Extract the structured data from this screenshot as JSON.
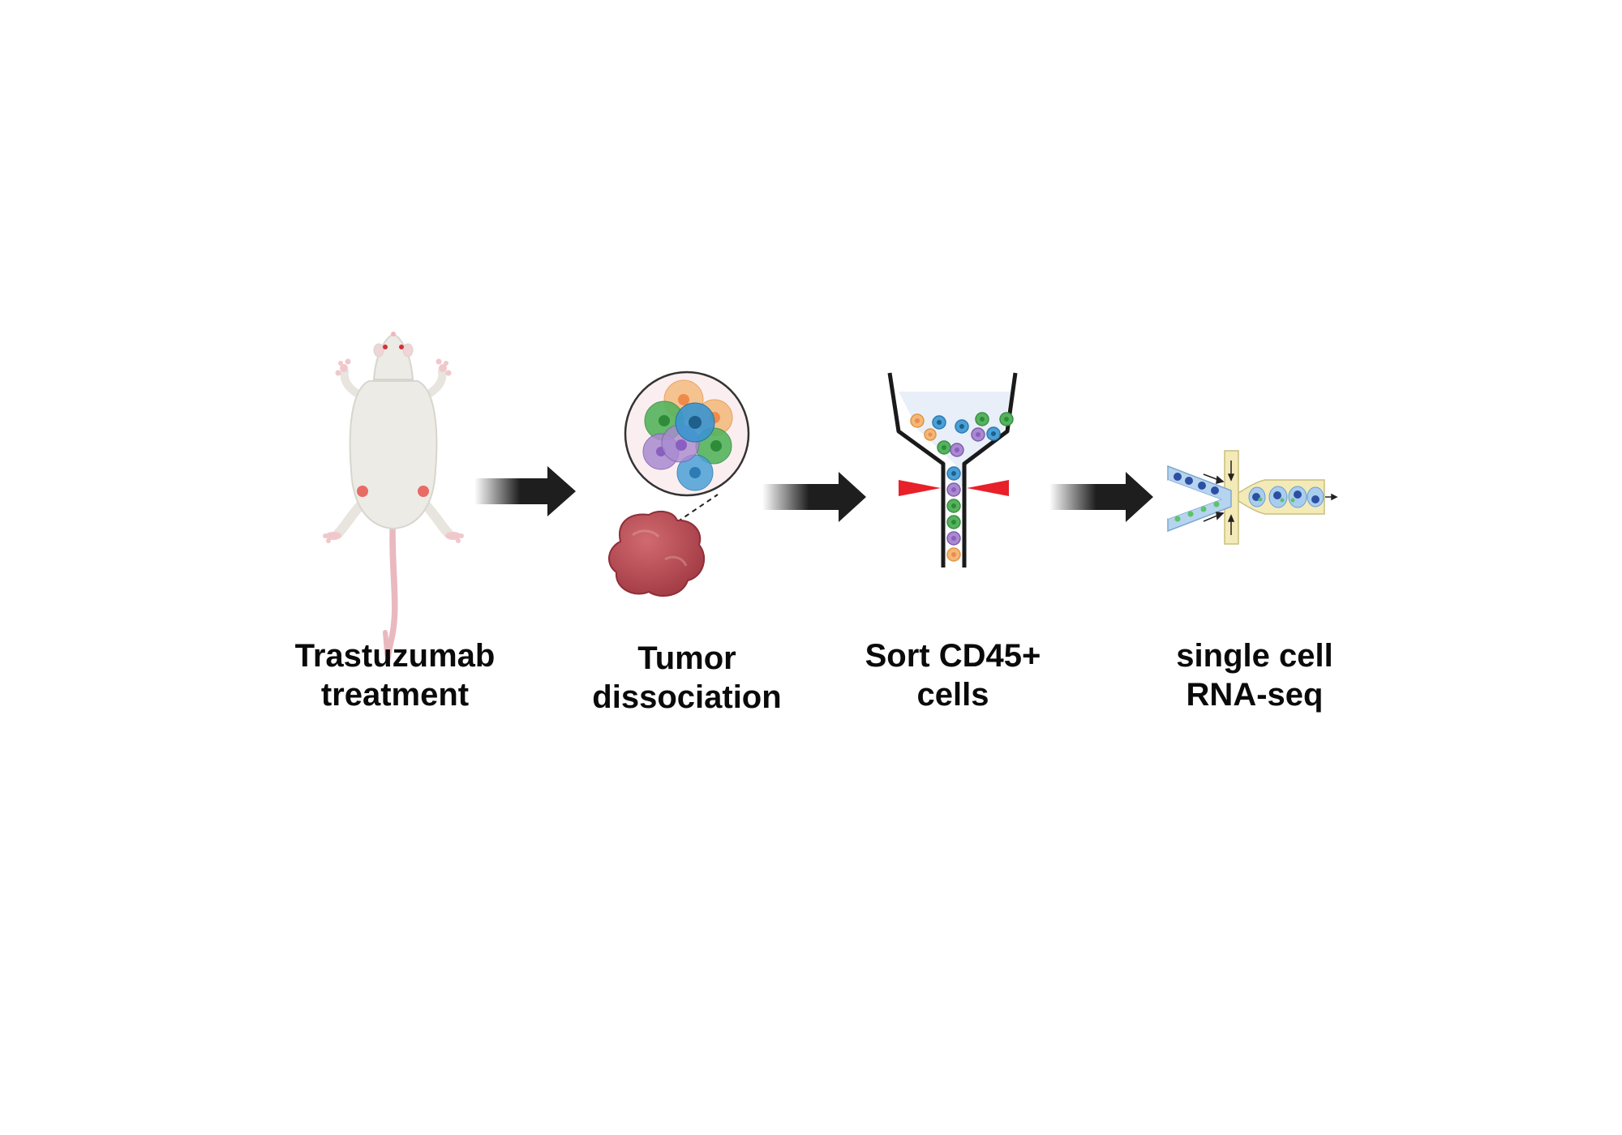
{
  "steps": [
    {
      "line1": "Trastuzumab",
      "line2": "treatment"
    },
    {
      "line1": "Tumor",
      "line2": "dissociation"
    },
    {
      "line1": "Sort CD45+",
      "line2": "cells"
    },
    {
      "line1": "single cell",
      "line2": "RNA-seq"
    }
  ],
  "colors": {
    "arrow": "#1e1e1e",
    "mouse_body": "#ecebe6",
    "mouse_tail": "#e9b9bf",
    "tumor_marker": "#e8554f",
    "tumor": "#b9474f",
    "inset_bg": "#fbeef0",
    "cell_orange": "#f3a75a",
    "cell_green": "#4aad55",
    "cell_blue": "#3d95cf",
    "cell_purple": "#9b6fc0",
    "laser": "#e8202a",
    "channel_blue": "#b6d4ef",
    "channel_yellow": "#f3eab8"
  },
  "icons": [
    "mouse-icon",
    "tumor-icon",
    "cell-cluster-icon",
    "cell-sorter-icon",
    "microfluidic-droplet-icon",
    "arrow-icon"
  ]
}
